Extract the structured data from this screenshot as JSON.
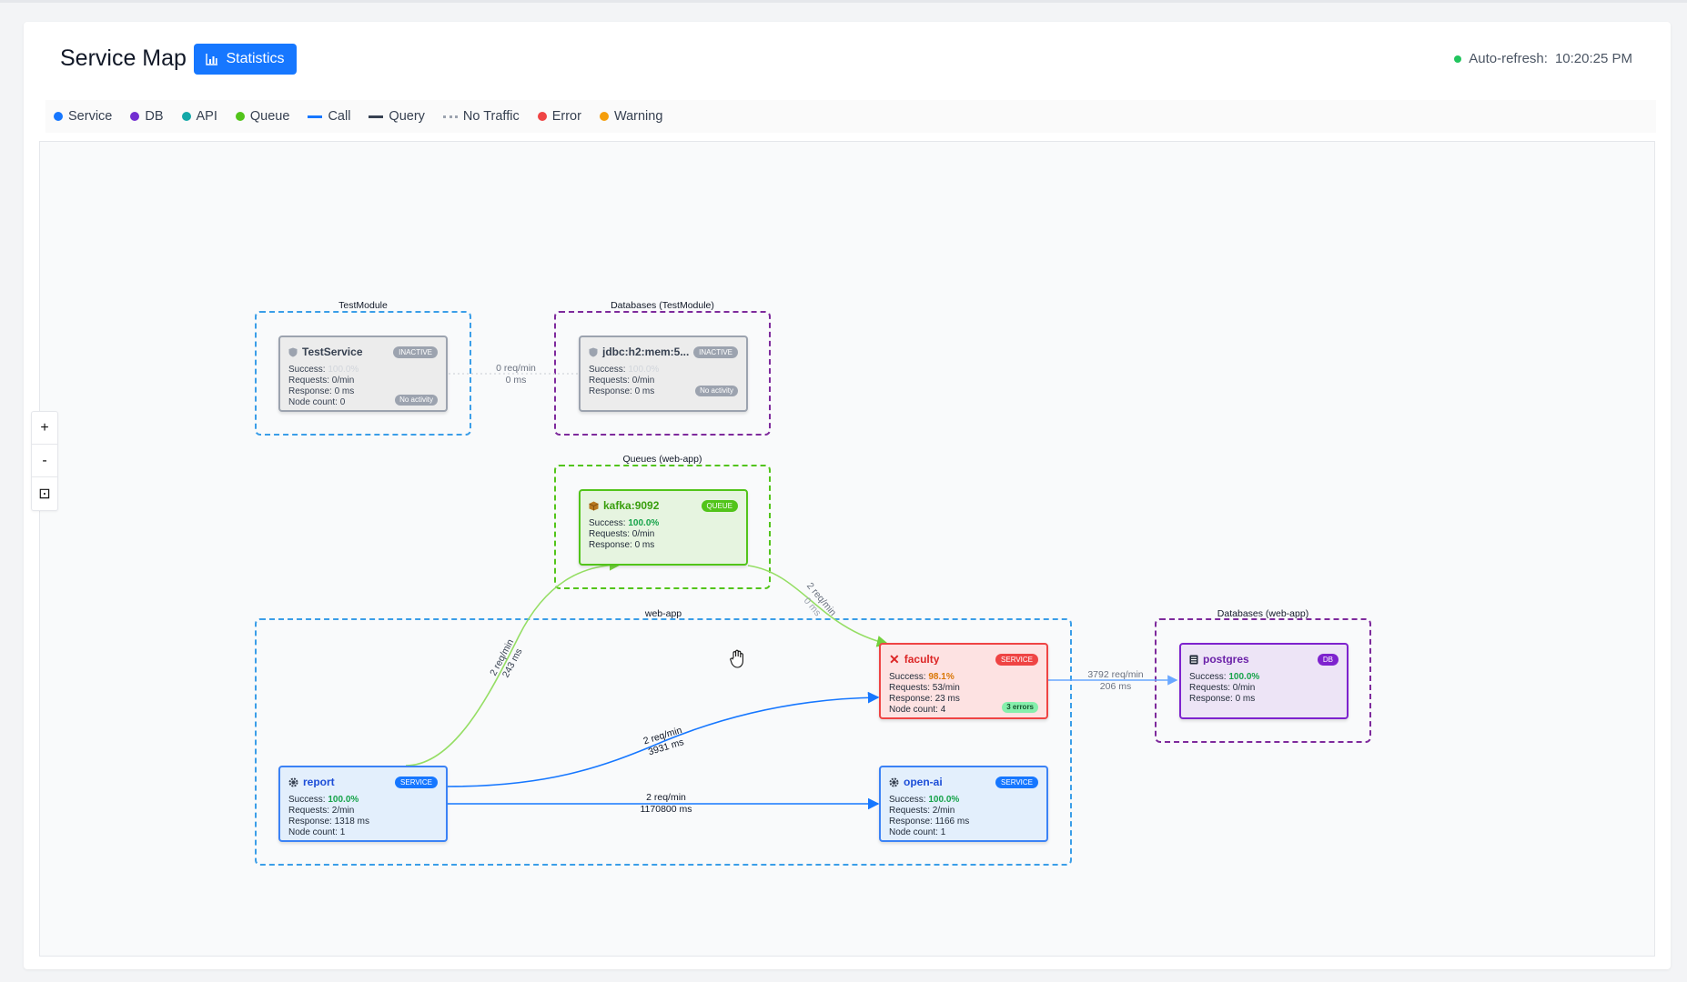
{
  "header": {
    "title": "Service Map",
    "stats_label": "Statistics",
    "refresh_prefix": "Auto-refresh:",
    "refresh_time": "10:20:25 PM",
    "refresh_color": "#22c55e"
  },
  "legend": [
    {
      "label": "Service",
      "kind": "dot",
      "color": "#1677ff"
    },
    {
      "label": "DB",
      "kind": "dot",
      "color": "#722ed1"
    },
    {
      "label": "API",
      "kind": "dot",
      "color": "#13a8a8"
    },
    {
      "label": "Queue",
      "kind": "dot",
      "color": "#52c41a"
    },
    {
      "label": "Call",
      "kind": "line",
      "color": "#1677ff"
    },
    {
      "label": "Query",
      "kind": "line",
      "color": "#374151"
    },
    {
      "label": "No Traffic",
      "kind": "dashed",
      "color": "#9ca3af"
    },
    {
      "label": "Error",
      "kind": "dot",
      "color": "#ef4444"
    },
    {
      "label": "Warning",
      "kind": "dot",
      "color": "#f59e0b"
    }
  ],
  "zoom": {
    "in": "+",
    "out": "-",
    "fit": "⊡"
  },
  "groups": {
    "test_module": {
      "label": "TestModule"
    },
    "db_test_module": {
      "label": "Databases (TestModule)"
    },
    "queues_web_app": {
      "label": "Queues (web-app)"
    },
    "web_app": {
      "label": "web-app"
    },
    "db_web_app": {
      "label": "Databases (web-app)"
    }
  },
  "nodes": {
    "test_service": {
      "name": "TestService",
      "badge": "INACTIVE",
      "icon": "service-shield-icon",
      "success_label": "Success:",
      "success": "100.0%",
      "requests": "Requests: 0/min",
      "response": "Response: 0 ms",
      "node_count": "Node count: 0",
      "activity": "No activity"
    },
    "jdbc": {
      "name": "jdbc:h2:mem:5...",
      "badge": "INACTIVE",
      "icon": "db-shield-icon",
      "success_label": "Success:",
      "success": "100.0%",
      "requests": "Requests: 0/min",
      "response": "Response: 0 ms",
      "activity": "No activity"
    },
    "kafka": {
      "name": "kafka:9092",
      "badge": "QUEUE",
      "icon": "package-icon",
      "success_label": "Success:",
      "success": "100.0%",
      "requests": "Requests: 0/min",
      "response": "Response: 0 ms"
    },
    "faculty": {
      "name": "faculty",
      "badge": "SERVICE",
      "icon": "error-x-icon",
      "success_label": "Success:",
      "success": "98.1%",
      "requests": "Requests: 53/min",
      "response": "Response: 23 ms",
      "node_count": "Node count: 4",
      "errors": "3 errors"
    },
    "postgres": {
      "name": "postgres",
      "badge": "DB",
      "icon": "database-icon",
      "success_label": "Success:",
      "success": "100.0%",
      "requests": "Requests: 0/min",
      "response": "Response: 0 ms"
    },
    "report": {
      "name": "report",
      "badge": "SERVICE",
      "icon": "gear-icon",
      "success_label": "Success:",
      "success": "100.0%",
      "requests": "Requests: 2/min",
      "response": "Response: 1318 ms",
      "node_count": "Node count: 1"
    },
    "open_ai": {
      "name": "open-ai",
      "badge": "SERVICE",
      "icon": "gear-icon",
      "success_label": "Success:",
      "success": "100.0%",
      "requests": "Requests: 2/min",
      "response": "Response: 1166 ms",
      "node_count": "Node count: 1"
    }
  },
  "edges": {
    "test_to_jdbc": {
      "rate": "0 req/min",
      "latency": "0 ms"
    },
    "report_to_kafka": {
      "rate": "2 req/min",
      "latency": "243 ms"
    },
    "kafka_to_faculty": {
      "rate": "2 req/min",
      "latency": "0 ms"
    },
    "report_to_faculty": {
      "rate": "2 req/min",
      "latency": "3931 ms"
    },
    "report_to_openai": {
      "rate": "2 req/min",
      "latency": "1170800 ms"
    },
    "faculty_to_postgres": {
      "rate": "3792 req/min",
      "latency": "206 ms"
    }
  }
}
